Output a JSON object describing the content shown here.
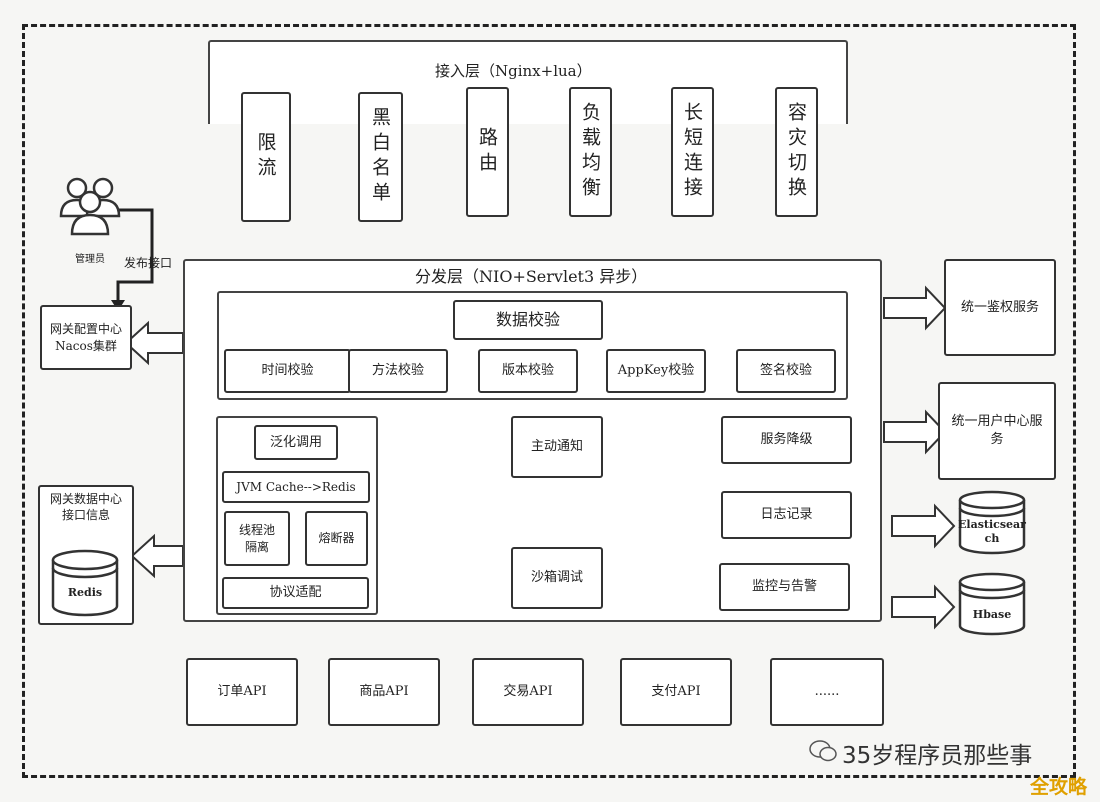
{
  "access_layer": {
    "title": "接入层（Nginx+lua）",
    "items": [
      "限流",
      "黑白名单",
      "路由",
      "负载均衡",
      "长短连接",
      "容灾切换"
    ]
  },
  "developer": {
    "label": "管理员",
    "action_label": "发布接口"
  },
  "left_services": {
    "gateway_config": "网关配置中心\nNacos集群",
    "gateway_data": "网关数据中心\n接口信息",
    "redis_label": "Redis"
  },
  "dispatch_layer": {
    "title": "分发层（NIO+Servlet3 异步）",
    "validation": {
      "title": "数据校验",
      "items": [
        "时间校验",
        "方法校验",
        "版本校验",
        "AppKey校验",
        "签名校验"
      ]
    },
    "left_group": {
      "generic_call": "泛化调用",
      "jvm_cache": "JVM Cache-->Redis",
      "thread_pool": "线程池\n隔离",
      "circuit_breaker": "熔断器",
      "protocol_adapter": "协议适配"
    },
    "active_notify": "主动通知",
    "sandbox_debug": "沙箱调试",
    "service_discovery": "服务降级",
    "log_record": "日志记录",
    "monitor_alarm": "监控与告警"
  },
  "right_services": {
    "auth_service": "统一鉴权服务",
    "user_center": "统一用户中心服\n务",
    "elasticsearch": "Elasticsear\nch",
    "hbase": "Hbase"
  },
  "apis": [
    "订单API",
    "商品API",
    "交易API",
    "支付API",
    "......"
  ],
  "watermark": {
    "brand": "35岁程序员那些事",
    "corner": "全攻略"
  },
  "colors": {
    "line": "#333333",
    "dash": "#222222",
    "corner_text": "#e0a000",
    "accent_bg": "#ffffff"
  }
}
